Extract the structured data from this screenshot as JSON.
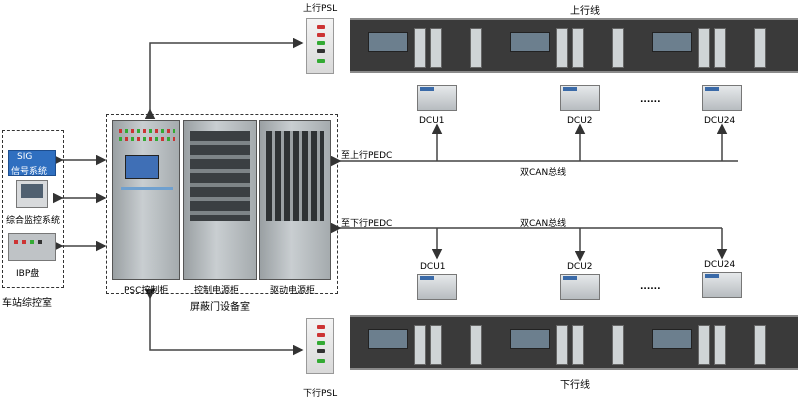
{
  "title_top": "上行线",
  "title_bottom": "下行线",
  "psl_top": "上行PSL",
  "psl_bottom": "下行PSL",
  "equipment_room": "屏蔽门设备室",
  "station_control_room": "车站综控室",
  "left_panels": {
    "sig_line1": "SIG",
    "sig_line2": "信号系统",
    "monitoring": "综合监控系统",
    "ibp": "IBP盘"
  },
  "cabinets": {
    "psc": "PSC控制柜",
    "control_power": "控制电源柜",
    "drive_power": "驱动电源柜"
  },
  "upper": {
    "pedc": "至上行PEDC",
    "bus": "双CAN总线",
    "dcus": [
      "DCU1",
      "DCU2",
      "DCU24"
    ],
    "ellipsis": "......"
  },
  "lower": {
    "pedc": "至下行PEDC",
    "bus": "双CAN总线",
    "dcus": [
      "DCU1",
      "DCU2",
      "DCU24"
    ],
    "ellipsis": "......"
  },
  "colors": {
    "sig_panel": "#2f6fc0",
    "train_body": "#3a3a3a",
    "cabinet": "#b6bbbe",
    "line": "#444444"
  }
}
